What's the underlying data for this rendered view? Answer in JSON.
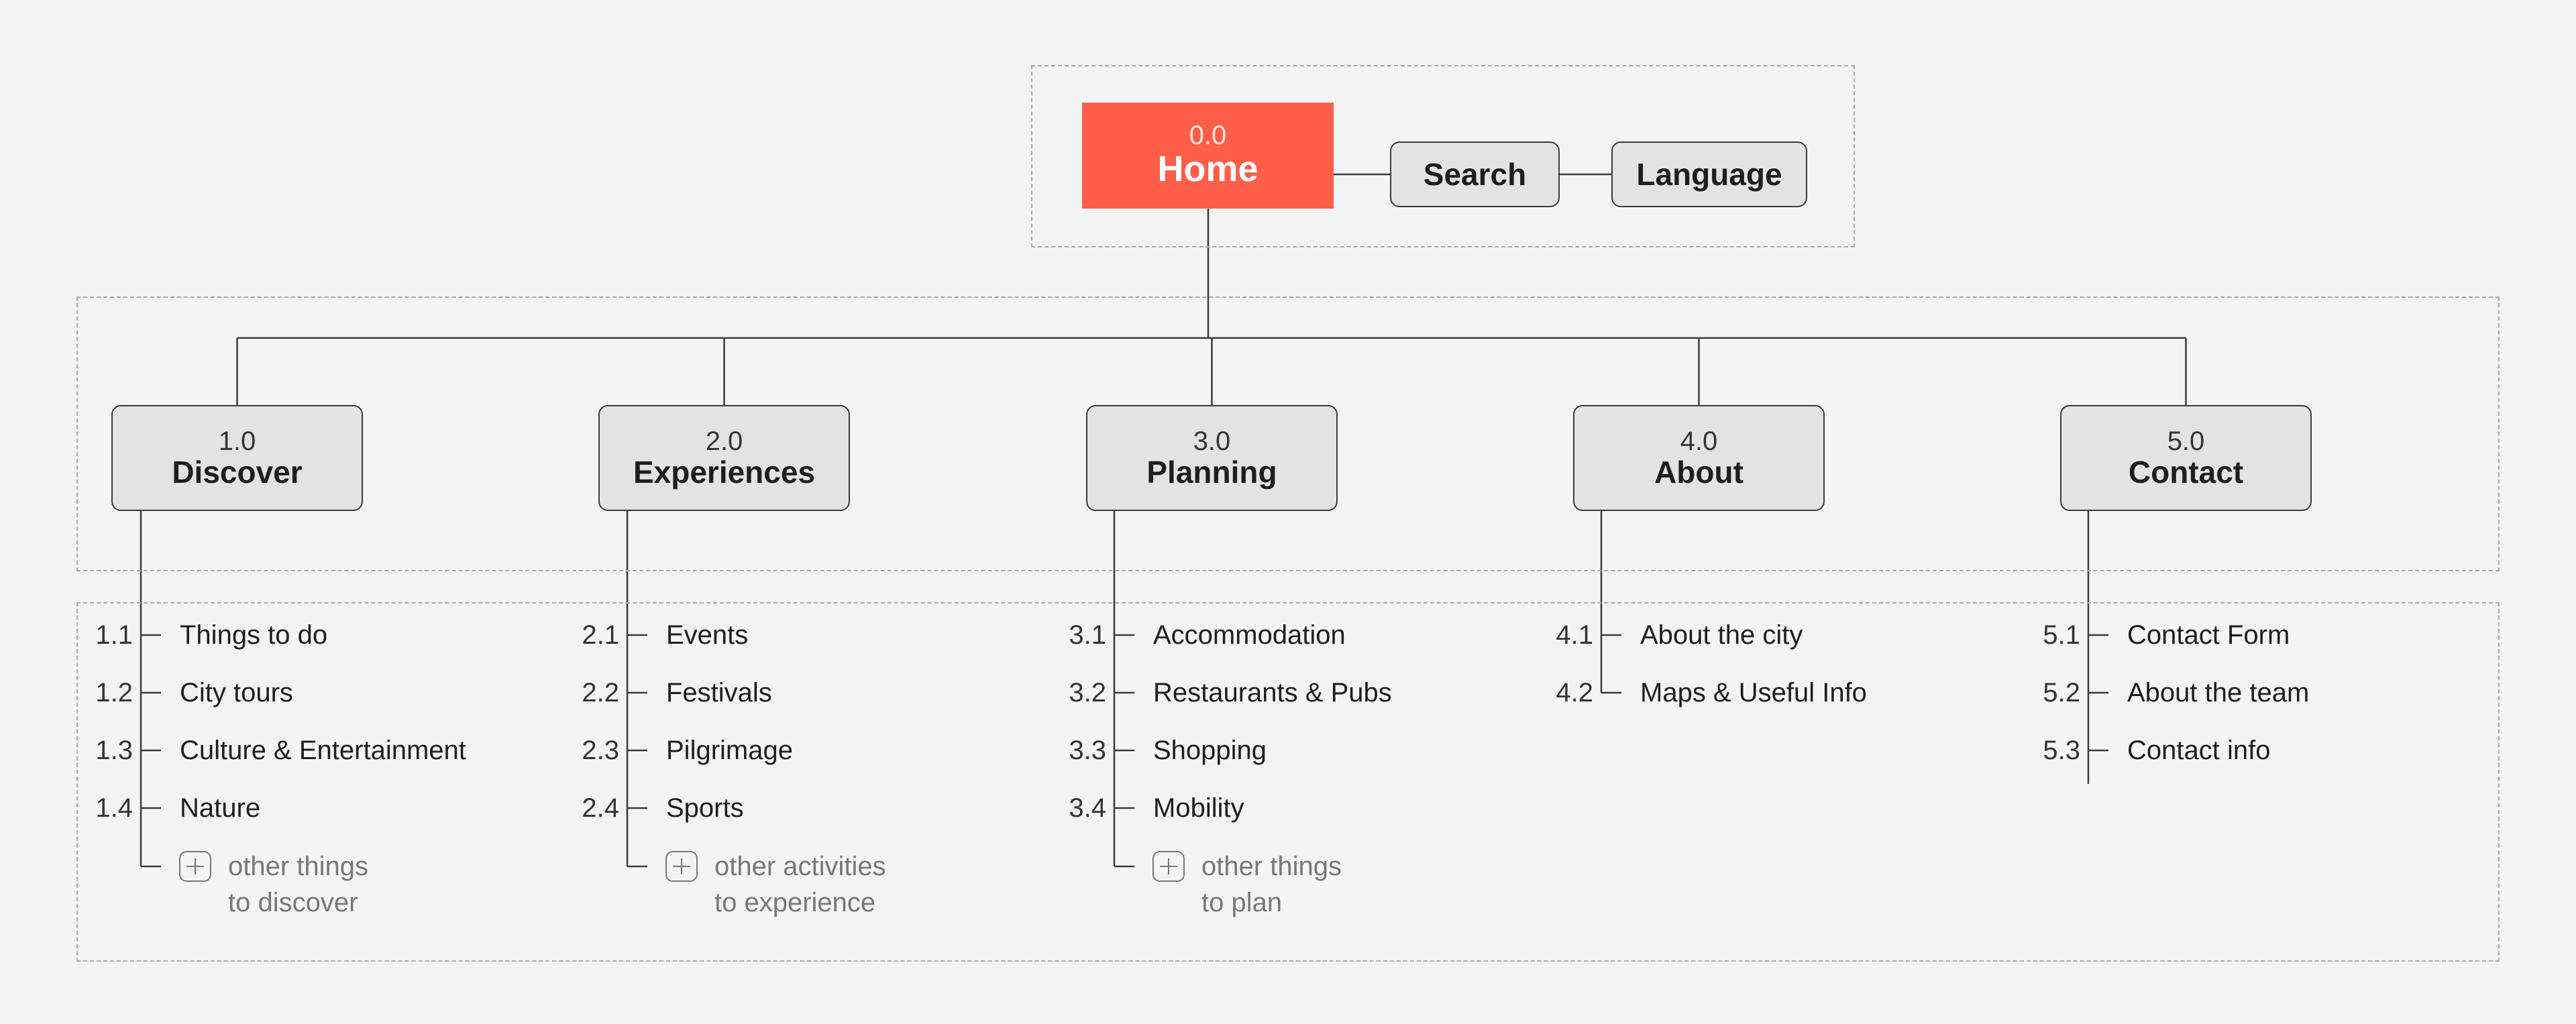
{
  "home": {
    "num": "0.0",
    "label": "Home"
  },
  "aux": [
    {
      "label": "Search"
    },
    {
      "label": "Language"
    }
  ],
  "sections": [
    {
      "num": "1.0",
      "label": "Discover",
      "items": [
        {
          "num": "1.1",
          "label": "Things to do"
        },
        {
          "num": "1.2",
          "label": "City tours"
        },
        {
          "num": "1.3",
          "label": "Culture & Entertainment"
        },
        {
          "num": "1.4",
          "label": "Nature"
        }
      ],
      "more": [
        "other things",
        "to discover"
      ]
    },
    {
      "num": "2.0",
      "label": "Experiences",
      "items": [
        {
          "num": "2.1",
          "label": "Events"
        },
        {
          "num": "2.2",
          "label": "Festivals"
        },
        {
          "num": "2.3",
          "label": "Pilgrimage"
        },
        {
          "num": "2.4",
          "label": "Sports"
        }
      ],
      "more": [
        "other activities",
        "to experience"
      ]
    },
    {
      "num": "3.0",
      "label": "Planning",
      "items": [
        {
          "num": "3.1",
          "label": "Accommodation"
        },
        {
          "num": "3.2",
          "label": "Restaurants & Pubs"
        },
        {
          "num": "3.3",
          "label": "Shopping"
        },
        {
          "num": "3.4",
          "label": "Mobility"
        }
      ],
      "more": [
        "other things",
        "to plan"
      ]
    },
    {
      "num": "4.0",
      "label": "About",
      "items": [
        {
          "num": "4.1",
          "label": "About the city"
        },
        {
          "num": "4.2",
          "label": "Maps & Useful Info"
        }
      ],
      "more": []
    },
    {
      "num": "5.0",
      "label": "Contact",
      "items": [
        {
          "num": "5.1",
          "label": "Contact Form"
        },
        {
          "num": "5.2",
          "label": "About the team"
        },
        {
          "num": "5.3",
          "label": "Contact info"
        }
      ],
      "more": []
    }
  ],
  "colors": {
    "accent": "#ff5e49",
    "node_fill": "#e3e3e3",
    "line": "#3a3a3a",
    "frame": "#a9a9a9",
    "muted_text": "#777777"
  }
}
